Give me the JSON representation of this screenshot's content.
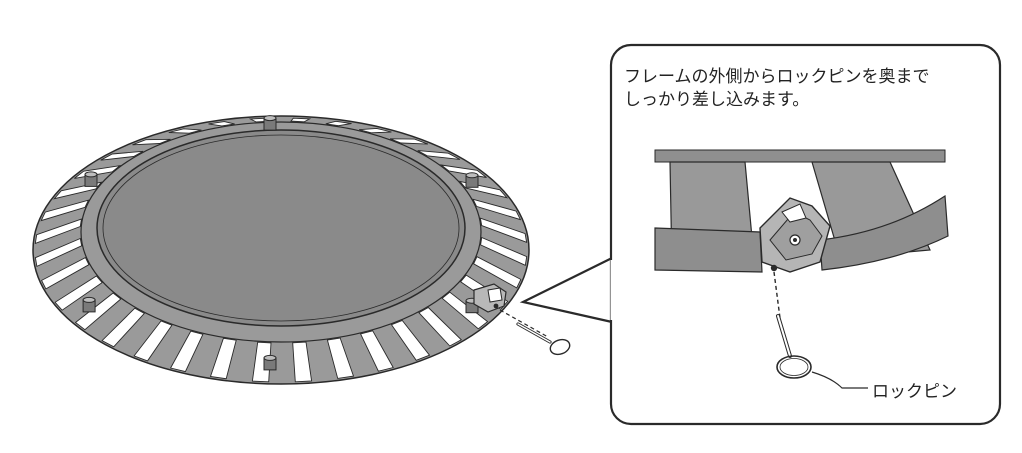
{
  "callout": {
    "line1": "フレームの外側からロックピンを奥まで",
    "line2": "しっかり差し込みます。"
  },
  "labels": {
    "lock_pin": "ロックピン"
  },
  "colors": {
    "mat": "#8a8a8a",
    "band": "#9a9a9a",
    "outline": "#2a2a2a",
    "background": "#ffffff"
  },
  "illustration": {
    "band_count": 36,
    "leg_count": 6
  }
}
